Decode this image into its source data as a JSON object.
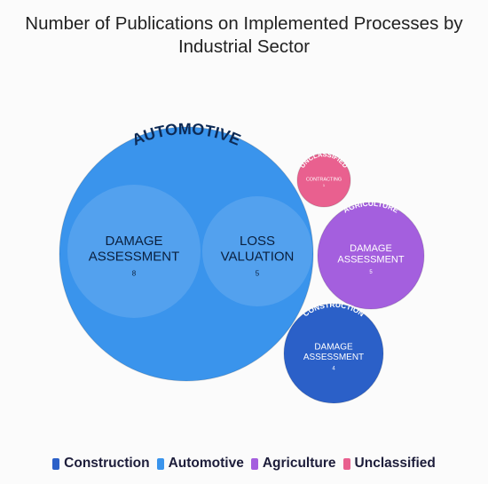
{
  "chart_data": {
    "type": "bubble",
    "title_lines": [
      "Number of Publications on Implemented Processes by",
      "Industrial Sector"
    ],
    "unit_note": "",
    "groups": [
      {
        "name": "AUTOMOTIVE",
        "legend": "Automotive",
        "color": "#3a94ec",
        "children": [
          {
            "label_lines": [
              "DAMAGE",
              "ASSESSMENT"
            ],
            "value": 8
          },
          {
            "label_lines": [
              "LOSS",
              "VALUATION"
            ],
            "value": 5
          }
        ]
      },
      {
        "name": "UNCLASSIFIED",
        "legend": "Unclassified",
        "color": "#e9608f",
        "children": [
          {
            "label_lines": [
              "CONTRACTING"
            ],
            "value": 1
          }
        ]
      },
      {
        "name": "AGRICULTURE",
        "legend": "Agriculture",
        "color": "#a45fde",
        "children": [
          {
            "label_lines": [
              "DAMAGE",
              "ASSESSMENT"
            ],
            "value": 5
          }
        ]
      },
      {
        "name": "CONSTRUCTION",
        "legend": "Construction",
        "color": "#2b60c8",
        "children": [
          {
            "label_lines": [
              "DAMAGE",
              "ASSESSMENT"
            ],
            "value": 4
          }
        ]
      }
    ],
    "legend_order": [
      "Construction",
      "Automotive",
      "Agriculture",
      "Unclassified"
    ],
    "legend_colors": [
      "#2b60c8",
      "#3a94ec",
      "#a45fde",
      "#e9608f"
    ]
  }
}
